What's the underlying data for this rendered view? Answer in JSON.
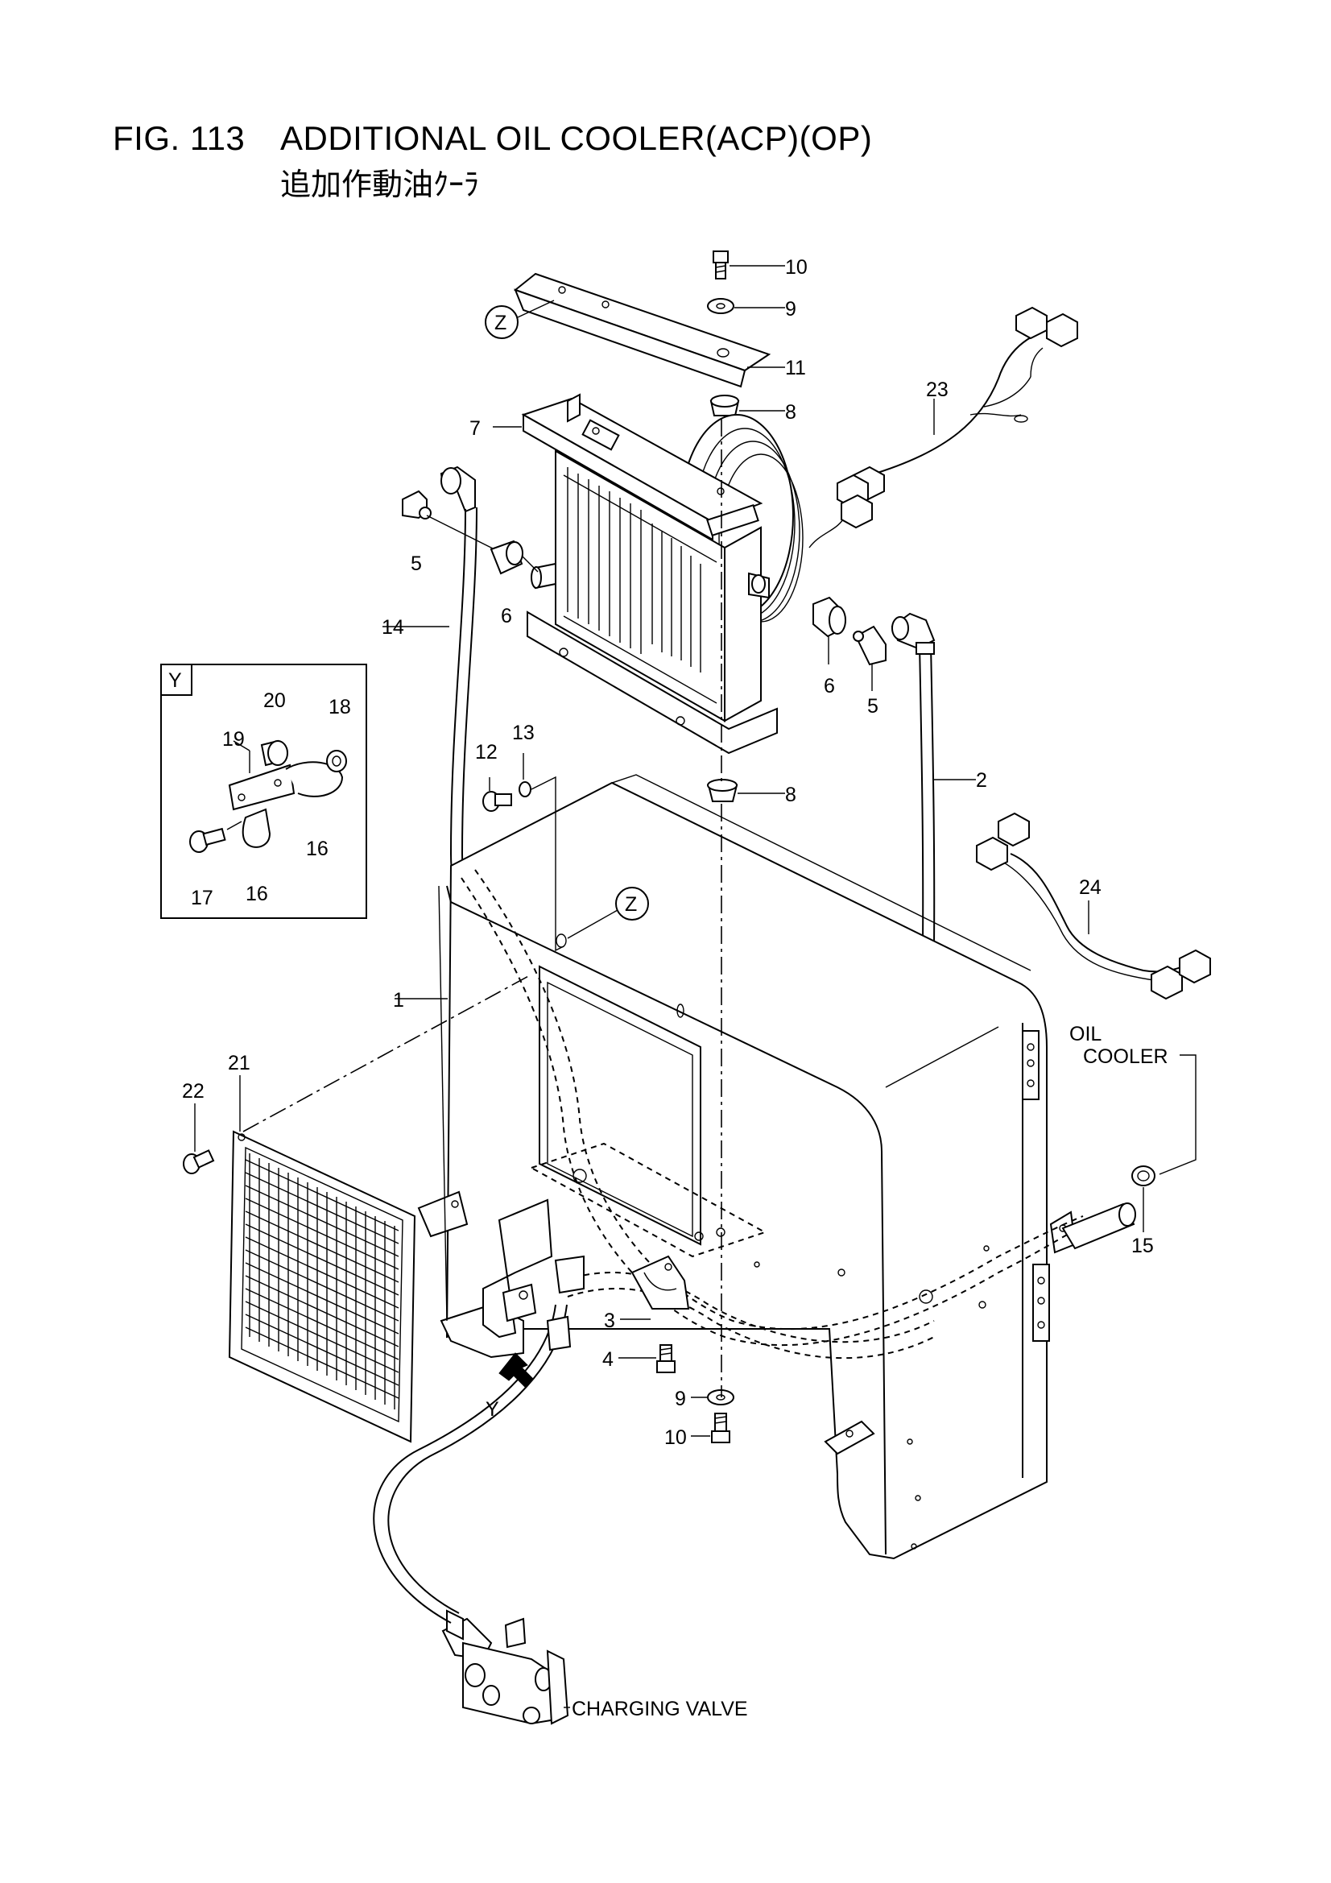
{
  "title": {
    "figure": "FIG. 113",
    "name": "ADDITIONAL OIL COOLER(ACP)(OP)",
    "japanese": "追加作動油ｸｰﾗ"
  },
  "detail_views": {
    "y_label": "Y",
    "z_label": "Z"
  },
  "callouts": {
    "c1": "1",
    "c2": "2",
    "c3": "3",
    "c4": "4",
    "c5a": "5",
    "c5b": "5",
    "c6a": "6",
    "c6b": "6",
    "c7": "7",
    "c8a": "8",
    "c8b": "8",
    "c9a": "9",
    "c9b": "9",
    "c10a": "10",
    "c10b": "10",
    "c11": "11",
    "c12": "12",
    "c13": "13",
    "c14": "14",
    "c15": "15",
    "c16a": "16",
    "c16b": "16",
    "c17": "17",
    "c18": "18",
    "c19": "19",
    "c20": "20",
    "c21": "21",
    "c22": "22",
    "c23": "23",
    "c24": "24"
  },
  "notes": {
    "oil": "OIL",
    "cooler": "COOLER",
    "charging_valve": "CHARGING VALVE",
    "view_arrow": "Y"
  }
}
